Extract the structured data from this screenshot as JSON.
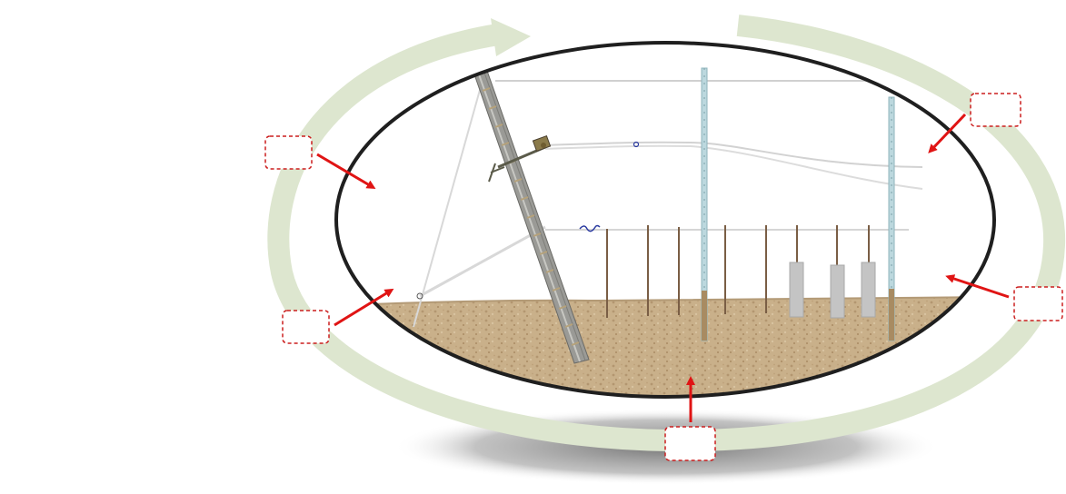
{
  "colors": {
    "cycle_arrow": "#dde6cf",
    "shadow": "#7f7f7f",
    "soil": "#c8ae87",
    "soil_dark": "#a88b62",
    "outline": "#1f1f1f",
    "callout_border": "#cc1f1f",
    "pointer": "#e01414",
    "pole_steel": "#9a9a96",
    "pole_blue": "#bcd8de",
    "wire": "#d4d4d4",
    "cylinder": "#c4c4c4"
  },
  "icons": [
    "cycle-arrow-icon",
    "pointer-arrow-icon"
  ],
  "callouts": [
    {
      "id": "upper-left",
      "text": ""
    },
    {
      "id": "lower-left",
      "text": ""
    },
    {
      "id": "upper-right",
      "text": ""
    },
    {
      "id": "lower-right",
      "text": ""
    },
    {
      "id": "bottom",
      "text": ""
    }
  ]
}
